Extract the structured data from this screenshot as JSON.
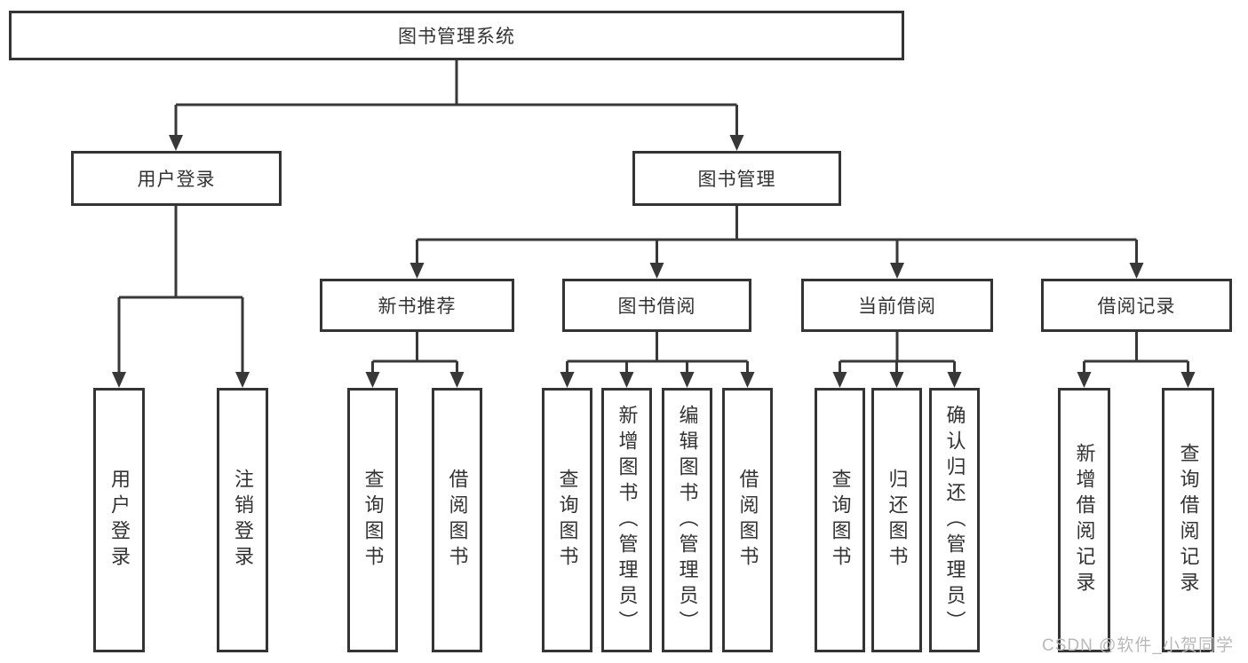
{
  "page": {
    "background": "#ffffff"
  },
  "colors": {
    "line": "#383838",
    "box_border": "#343434",
    "text": "#333333",
    "watermark": "#b9b9b9"
  },
  "tree": {
    "root": {
      "label": "图书管理系统"
    },
    "level2": [
      {
        "label": "用户登录",
        "children": [
          {
            "label": "用户登录"
          },
          {
            "label": "注销登录"
          }
        ]
      },
      {
        "label": "图书管理",
        "children": [
          {
            "label": "新书推荐",
            "children": [
              {
                "label": "查询图书"
              },
              {
                "label": "借阅图书"
              }
            ]
          },
          {
            "label": "图书借阅",
            "children": [
              {
                "label": "查询图书"
              },
              {
                "label": "新增图书（管理员）"
              },
              {
                "label": "编辑图书（管理员）"
              },
              {
                "label": "借阅图书"
              }
            ]
          },
          {
            "label": "当前借阅",
            "children": [
              {
                "label": "查询图书"
              },
              {
                "label": "归还图书"
              },
              {
                "label": "确认归还（管理员）"
              }
            ]
          },
          {
            "label": "借阅记录",
            "children": [
              {
                "label": "新增借阅记录"
              },
              {
                "label": "查询借阅记录"
              }
            ]
          }
        ]
      }
    ]
  },
  "watermark": {
    "label": "CSDN @软件_小贺同学"
  }
}
